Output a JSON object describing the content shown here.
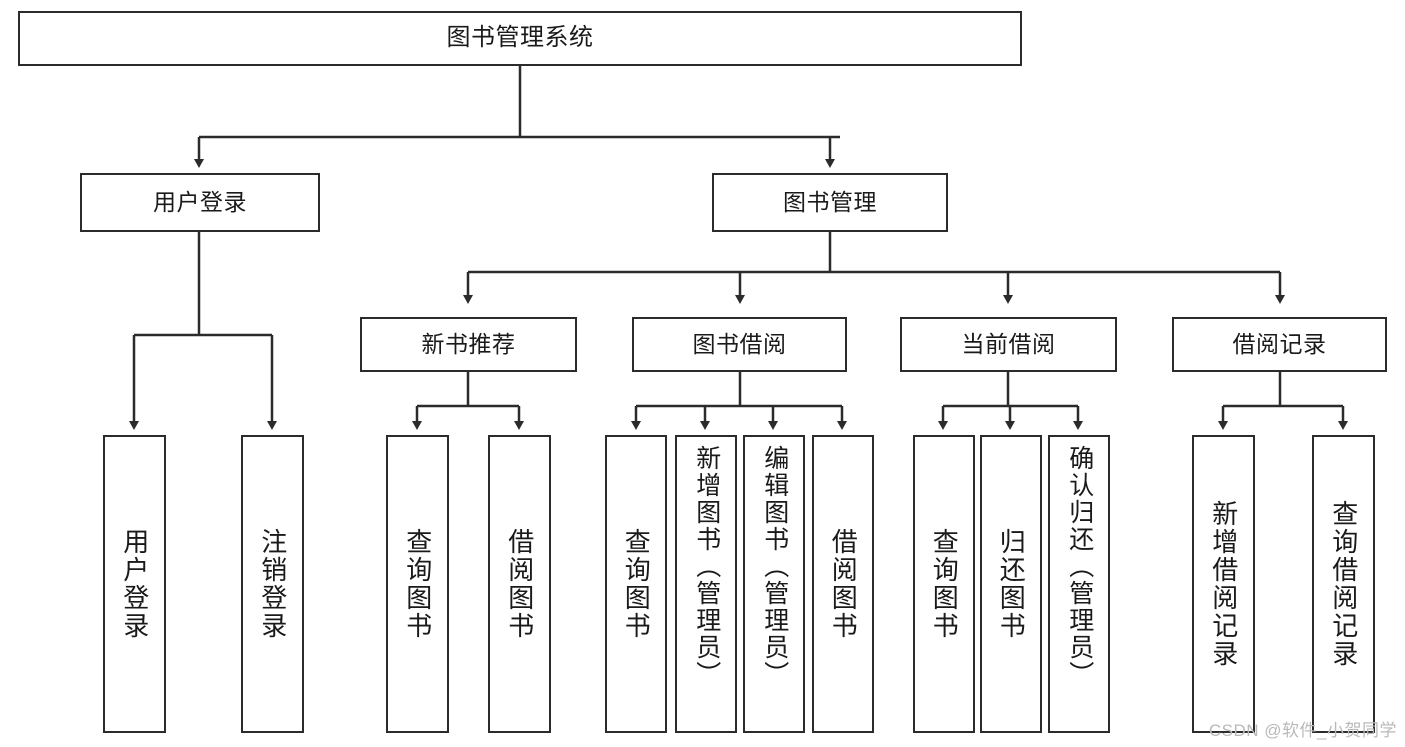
{
  "diagram": {
    "title": "图书管理系统",
    "type": "功能结构图",
    "line_color": "#2b2b2b",
    "box_fill": "#ffffff",
    "text_color": "#1a1a1a",
    "watermark": "CSDN @软件_小贺同学"
  },
  "nodes": {
    "root": {
      "label": "图书管理系统"
    },
    "level2": [
      {
        "label": "用户登录"
      },
      {
        "label": "图书管理"
      }
    ],
    "level3": [
      {
        "label": "新书推荐"
      },
      {
        "label": "图书借阅"
      },
      {
        "label": "当前借阅"
      },
      {
        "label": "借阅记录"
      }
    ],
    "leaves": {
      "user_login": [
        {
          "label": "用户登录"
        },
        {
          "label": "注销登录"
        }
      ],
      "new_book_recommend": [
        {
          "label": "查询图书"
        },
        {
          "label": "借阅图书"
        }
      ],
      "book_borrow": [
        {
          "label": "查询图书"
        },
        {
          "label": "新增图书（管理员）"
        },
        {
          "label": "编辑图书（管理员）"
        },
        {
          "label": "借阅图书"
        }
      ],
      "current_borrow": [
        {
          "label": "查询图书"
        },
        {
          "label": "归还图书"
        },
        {
          "label": "确认归还（管理员）"
        }
      ],
      "borrow_record": [
        {
          "label": "新增借阅记录"
        },
        {
          "label": "查询借阅记录"
        }
      ]
    }
  },
  "chart_data": {
    "type": "tree",
    "title": "图书管理系统",
    "root": "图书管理系统",
    "edges": [
      [
        "图书管理系统",
        "用户登录"
      ],
      [
        "图书管理系统",
        "图书管理"
      ],
      [
        "用户登录",
        "用户登录"
      ],
      [
        "用户登录",
        "注销登录"
      ],
      [
        "图书管理",
        "新书推荐"
      ],
      [
        "图书管理",
        "图书借阅"
      ],
      [
        "图书管理",
        "当前借阅"
      ],
      [
        "图书管理",
        "借阅记录"
      ],
      [
        "新书推荐",
        "查询图书"
      ],
      [
        "新书推荐",
        "借阅图书"
      ],
      [
        "图书借阅",
        "查询图书"
      ],
      [
        "图书借阅",
        "新增图书（管理员）"
      ],
      [
        "图书借阅",
        "编辑图书（管理员）"
      ],
      [
        "图书借阅",
        "借阅图书"
      ],
      [
        "当前借阅",
        "查询图书"
      ],
      [
        "当前借阅",
        "归还图书"
      ],
      [
        "当前借阅",
        "确认归还（管理员）"
      ],
      [
        "借阅记录",
        "新增借阅记录"
      ],
      [
        "借阅记录",
        "查询借阅记录"
      ]
    ]
  }
}
